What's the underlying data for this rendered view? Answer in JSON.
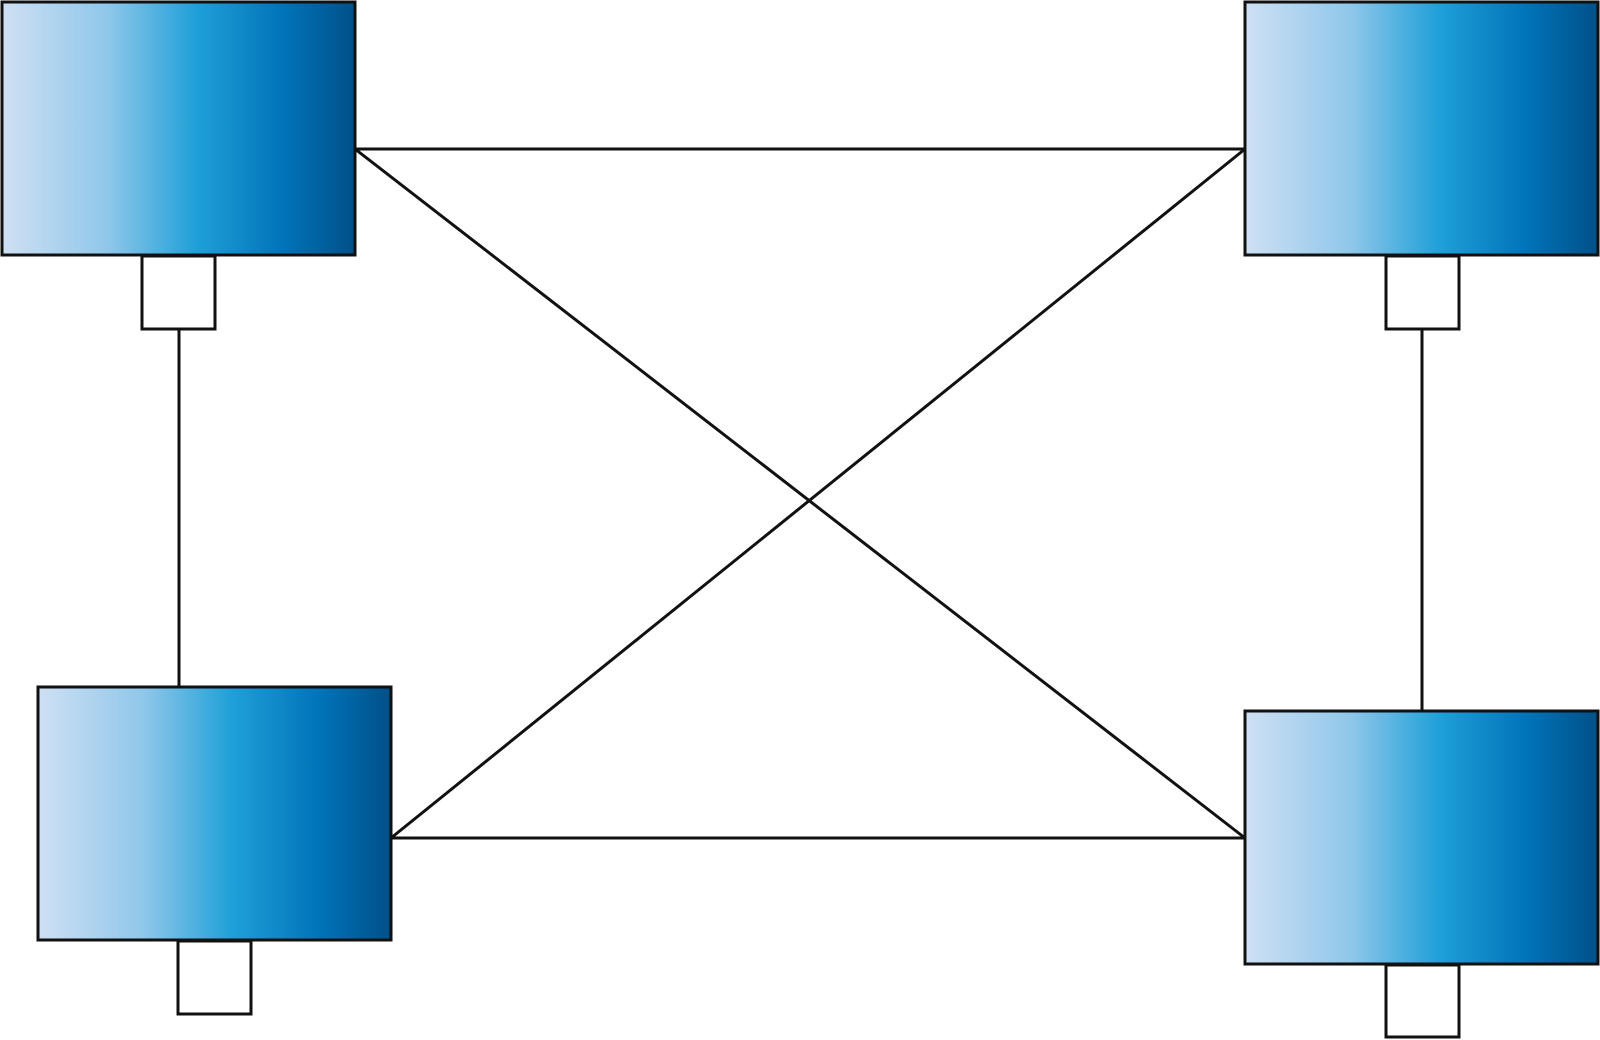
{
  "diagram": {
    "nodes": [
      {
        "id": "node-top-left",
        "label": ""
      },
      {
        "id": "node-top-right",
        "label": ""
      },
      {
        "id": "node-bottom-left",
        "label": ""
      },
      {
        "id": "node-bottom-right",
        "label": ""
      }
    ],
    "edges": [
      {
        "from": "node-top-left",
        "to": "node-top-right"
      },
      {
        "from": "node-bottom-left",
        "to": "node-bottom-right"
      },
      {
        "from": "node-top-left",
        "to": "node-bottom-right"
      },
      {
        "from": "node-top-right",
        "to": "node-bottom-left"
      },
      {
        "from": "node-top-left",
        "to": "node-bottom-left"
      },
      {
        "from": "node-top-right",
        "to": "node-bottom-right"
      }
    ],
    "colors": {
      "gradient": [
        "#cfe0f3",
        "#8fc7ea",
        "#1fa0d8",
        "#0073b8",
        "#005088"
      ],
      "stroke": "#111111",
      "connector_fill": "#ffffff"
    }
  }
}
